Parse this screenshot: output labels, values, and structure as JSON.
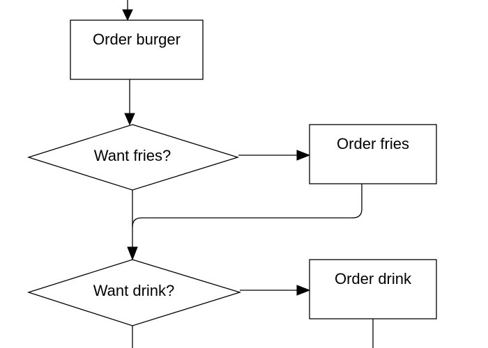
{
  "flowchart": {
    "nodes": {
      "order_burger": {
        "label": "Order burger",
        "shape": "rectangle"
      },
      "want_fries": {
        "label": "Want fries?",
        "shape": "diamond"
      },
      "order_fries": {
        "label": "Order fries",
        "shape": "rectangle"
      },
      "want_drink": {
        "label": "Want drink?",
        "shape": "diamond"
      },
      "order_drink": {
        "label": "Order drink",
        "shape": "rectangle"
      }
    },
    "edges": [
      {
        "from": "entry",
        "to": "order_burger"
      },
      {
        "from": "order_burger",
        "to": "want_fries"
      },
      {
        "from": "want_fries",
        "to": "order_fries"
      },
      {
        "from": "order_fries",
        "to": "want_drink"
      },
      {
        "from": "want_fries",
        "to": "want_drink"
      },
      {
        "from": "want_drink",
        "to": "order_drink"
      },
      {
        "from": "want_drink",
        "to": "next"
      },
      {
        "from": "order_drink",
        "to": "next"
      }
    ],
    "colors": {
      "stroke": "#000000",
      "fill": "#ffffff",
      "text": "#000000"
    }
  }
}
